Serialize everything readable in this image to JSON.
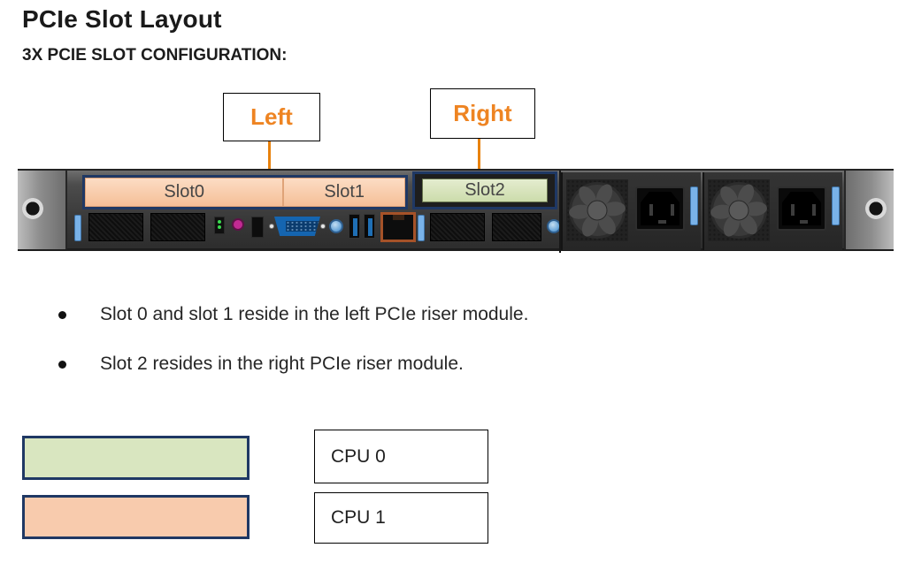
{
  "page": {
    "title": "PCIe Slot Layout",
    "subtitle": "3X PCIE SLOT CONFIGURATION:"
  },
  "labels": {
    "left": "Left",
    "right": "Right"
  },
  "slots": {
    "slot0": "Slot0",
    "slot1": "Slot1",
    "slot2": "Slot2"
  },
  "bullets": [
    "Slot 0 and slot 1 reside in the left PCIe riser module.",
    "Slot 2 resides in the right PCIe riser module."
  ],
  "legend": {
    "cpu0": "CPU 0",
    "cpu1": "CPU 1"
  },
  "colors": {
    "accent_orange": "#EE8422",
    "slot_peach": "#F8CBAD",
    "slot_green": "#D9E6C0",
    "border_navy": "#1F3864"
  },
  "icons": {
    "fan-icon": "svg circle with rotated blades",
    "vga-port-icon": "blue trapezoid",
    "usb-port-icon": "black rect with blue tongue",
    "ethernet-port-icon": "orange-framed dark port",
    "power-inlet-icon": "black C14 socket",
    "screw-hole-icon": "radial metal ring",
    "thumbscrew-icon": "blue round screw",
    "latch-icon": "light blue clip"
  }
}
